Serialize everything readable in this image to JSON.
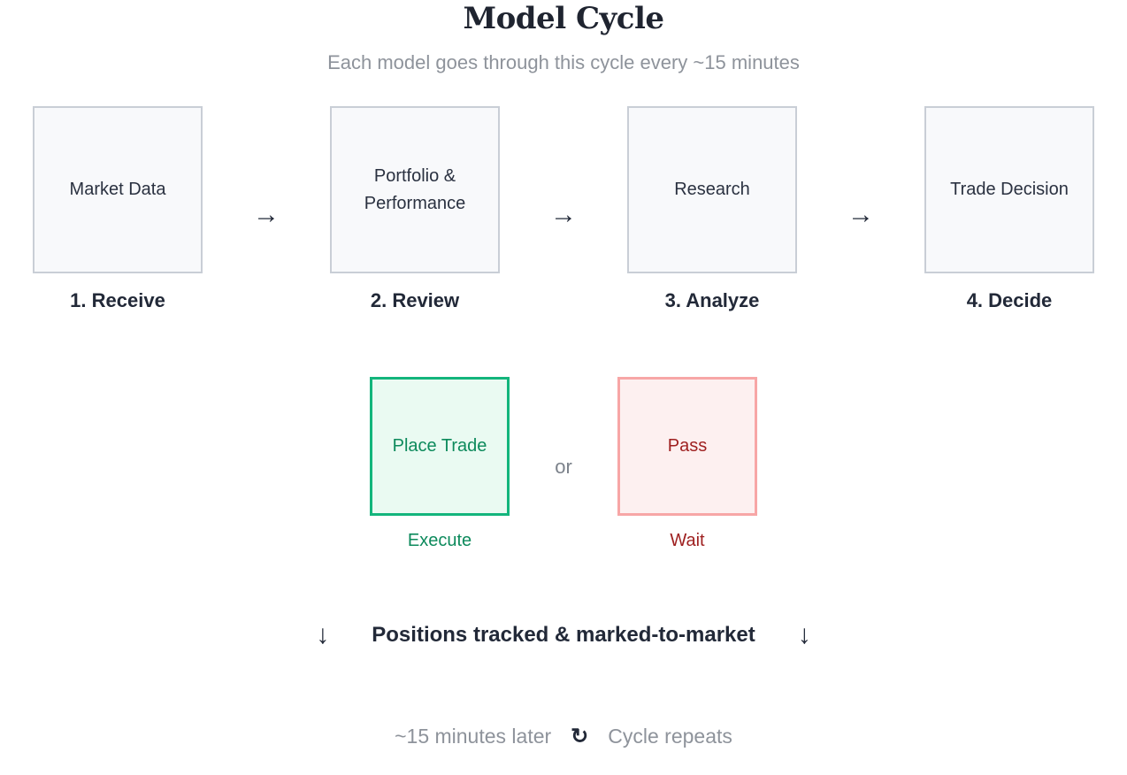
{
  "header": {
    "title": "Model Cycle",
    "subtitle": "Each model goes through this cycle every ~15 minutes"
  },
  "symbols": {
    "arrow_right": "→",
    "arrow_down": "↓",
    "repeat_icon": "↻"
  },
  "cycle_steps": [
    {
      "box_label": "Market Data",
      "step_label": "1. Receive"
    },
    {
      "box_label": "Portfolio & Performance",
      "step_label": "2. Review"
    },
    {
      "box_label": "Research",
      "step_label": "3. Analyze"
    },
    {
      "box_label": "Trade Decision",
      "step_label": "4. Decide"
    }
  ],
  "decision": {
    "trade": {
      "box_label": "Place Trade",
      "sub_label": "Execute"
    },
    "or_text": "or",
    "pass": {
      "box_label": "Pass",
      "sub_label": "Wait"
    }
  },
  "tracking": {
    "text": "Positions tracked & marked-to-market"
  },
  "footer": {
    "left_text": "~15 minutes later",
    "right_text": "Cycle repeats"
  },
  "colors": {
    "title": "#1f2430",
    "muted_text": "#8e939b",
    "dark_text": "#222938",
    "box_bg": "#f8f9fb",
    "box_border": "#c9ced6",
    "box_text": "#2a3140",
    "trade_bg": "#eafaf2",
    "trade_border": "#13b57c",
    "trade_text": "#0d8a5c",
    "pass_bg": "#fdf0f0",
    "pass_border": "#f7a6a6",
    "pass_text": "#9e1f1f",
    "or_text": "#7c828b"
  }
}
